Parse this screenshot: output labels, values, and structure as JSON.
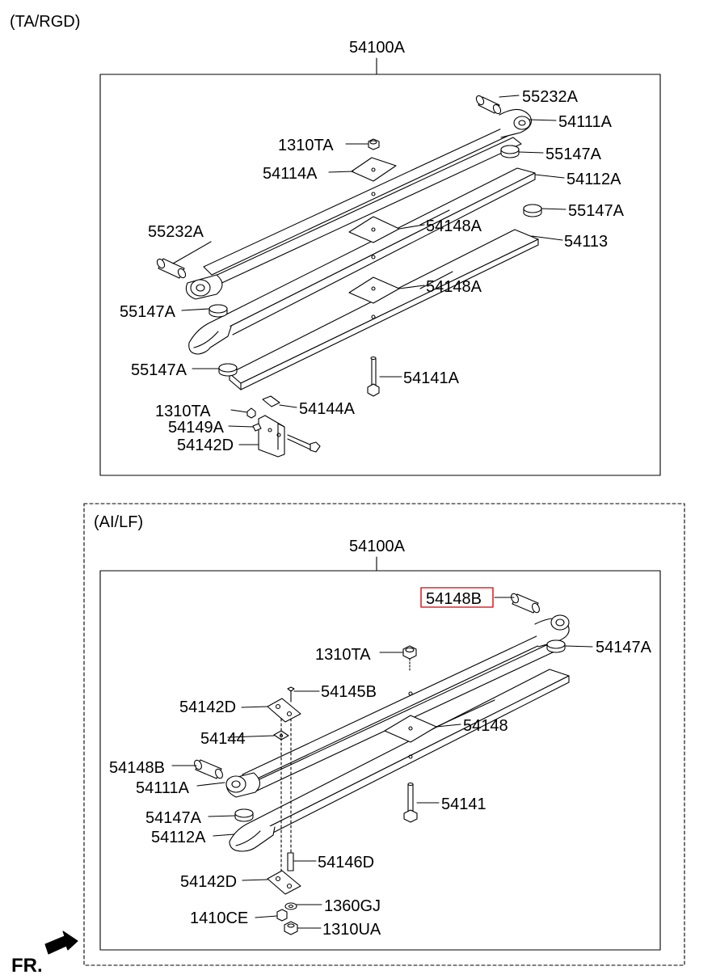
{
  "top": {
    "section_label": "(TA/RGD)",
    "assembly": "54100A",
    "parts": {
      "p55232A_a": "55232A",
      "p54111A": "54111A",
      "p1310TA_a": "1310TA",
      "p55147A_a": "55147A",
      "p54114A": "54114A",
      "p54112A": "54112A",
      "p55147A_b": "55147A",
      "p55232A_b": "55232A",
      "p54148A_a": "54148A",
      "p54113": "54113",
      "p54148A_b": "54148A",
      "p55147A_c": "55147A",
      "p55147A_d": "55147A",
      "p54141A": "54141A",
      "p1310TA_b": "1310TA",
      "p54144A": "54144A",
      "p54149A": "54149A",
      "p54142D": "54142D"
    }
  },
  "bottom": {
    "section_label": "(AI/LF)",
    "assembly": "54100A",
    "parts": {
      "p54148B_a": "54148B",
      "p54147A_a": "54147A",
      "p1310TA": "1310TA",
      "p54145B": "54145B",
      "p54142D_a": "54142D",
      "p54148": "54148",
      "p54144": "54144",
      "p54148B_b": "54148B",
      "p54111A": "54111A",
      "p54141": "54141",
      "p54147A_b": "54147A",
      "p54112A": "54112A",
      "p54146D": "54146D",
      "p54142D_b": "54142D",
      "p1360GJ": "1360GJ",
      "p1410CE": "1410CE",
      "p1310UA": "1310UA"
    },
    "highlight_color": "#e0262b"
  },
  "footer": {
    "direction_label": "FR."
  }
}
